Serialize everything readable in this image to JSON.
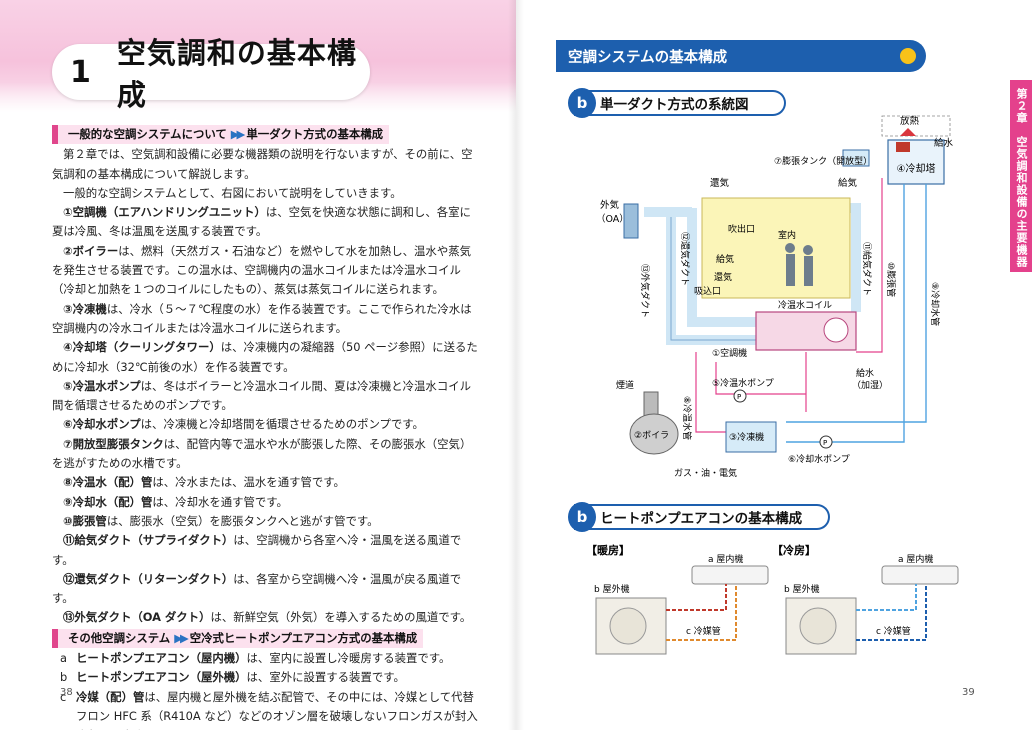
{
  "left": {
    "chapter_num": "1",
    "chapter_title": "空気調和の基本構成",
    "section1": {
      "title": "一般的な空調システムについて",
      "arrow": "▶▶",
      "sub": "単一ダクト方式の基本構成"
    },
    "intro1": "第２章では、空気調和設備に必要な機器類の説明を行ないますが、その前に、空気調和の基本構成について解説します。",
    "intro2": "一般的な空調システムとして、右図において説明をしていきます。",
    "items": [
      {
        "term": "①空調機（エアハンドリングユニット）",
        "desc": "は、空気を快適な状態に調和し、各室に夏は冷風、冬は温風を送風する装置です。"
      },
      {
        "term": "②ボイラー",
        "desc": "は、燃料（天然ガス・石油など）を燃やして水を加熱し、温水や蒸気を発生させる装置です。この温水は、空調機内の温水コイルまたは冷温水コイル（冷却と加熱を１つのコイルにしたもの）、蒸気は蒸気コイルに送られます。"
      },
      {
        "term": "③冷凍機",
        "desc": "は、冷水（５～７℃程度の水）を作る装置です。ここで作られた冷水は空調機内の冷水コイルまたは冷温水コイルに送られます。"
      },
      {
        "term": "④冷却塔（クーリングタワー）",
        "desc": "は、冷凍機内の凝縮器（50 ページ参照）に送るために冷却水（32℃前後の水）を作る装置です。"
      },
      {
        "term": "⑤冷温水ポンプ",
        "desc": "は、冬はボイラーと冷温水コイル間、夏は冷凍機と冷温水コイル間を循環させるためのポンプです。"
      },
      {
        "term": "⑥冷却水ポンプ",
        "desc": "は、冷凍機と冷却塔間を循環させるためのポンプです。"
      },
      {
        "term": "⑦開放型膨張タンク",
        "desc": "は、配管内等で温水や水が膨張した際、その膨張水（空気）を逃がすための水槽です。"
      },
      {
        "term": "⑧冷温水（配）管",
        "desc": "は、冷水または、温水を通す管です。"
      },
      {
        "term": "⑨冷却水（配）管",
        "desc": "は、冷却水を通す管です。"
      },
      {
        "term": "⑩膨張管",
        "desc": "は、膨張水（空気）を膨張タンクへと逃がす管です。"
      },
      {
        "term": "⑪給気ダクト（サプライダクト）",
        "desc": "は、空調機から各室へ冷・温風を送る風道です。"
      },
      {
        "term": "⑫還気ダクト（リターンダクト）",
        "desc": "は、各室から空調機へ冷・温風が戻る風道です。"
      },
      {
        "term": "⑬外気ダクト（OA ダクト）",
        "desc": "は、新鮮空気（外気）を導入するための風道です。"
      }
    ],
    "section2": {
      "title": "その他空調システム",
      "arrow": "▶▶",
      "sub": "空冷式ヒートポンプエアコン方式の基本構成"
    },
    "sub_items": [
      {
        "letter": "a",
        "term": "ヒートポンプエアコン（屋内機）",
        "desc": "は、室内に設置し冷暖房する装置です。"
      },
      {
        "letter": "b",
        "term": "ヒートポンプエアコン（屋外機）",
        "desc": "は、室外に設置する装置です。"
      },
      {
        "letter": "c",
        "term": "冷媒（配）管",
        "desc": "は、屋内機と屋外機を結ぶ配管で、その中には、冷媒として代替フロン HFC 系（R410A など）などのオゾン層を破壊しないフロンガスが封入されています。"
      }
    ],
    "page_number": "38"
  },
  "right": {
    "header": "空調システムの基本構成",
    "side_tab": "第２章　空気調和設備の主要機器",
    "sub1": "単一ダクト方式の系統図",
    "sub2": "ヒートポンプエアコンの基本構成",
    "badge": "b",
    "page_number": "39",
    "diagram1": {
      "hoonetsu": "放熱",
      "kyusui": "給水",
      "tank": "⑦膨張タンク（開放型）",
      "tower": "④冷却塔",
      "kanki": "還気",
      "kyuki": "給気",
      "gaiki": "外気",
      "oa": "（OA）",
      "kanki_duct": "⑫還気ダクト",
      "kyuki_duct": "⑪給気ダクト",
      "gaiki_duct": "⑬外気ダクト",
      "fukidashi": "吹出口",
      "shitsunai": "室内",
      "kyuki_room": "給気",
      "kanki_room": "還気",
      "suikomi": "吸込口",
      "coil": "冷温水コイル",
      "ahu": "①空調機",
      "bochokan": "⑩膨張管",
      "reikyakusuikan": "⑨冷却水管",
      "kyusui_kashitsu": "給水",
      "kashitsu": "（加湿）",
      "entotsu": "煙道",
      "pump5": "⑤冷温水ポンプ",
      "reionsuikan": "⑧冷温水管",
      "boiler": "②ボイラ",
      "chiller": "③冷凍機",
      "pump6": "⑥冷却水ポンプ",
      "fuel": "ガス・油・電気",
      "p": "P"
    },
    "diagram2": {
      "danbo": "暖房",
      "reibo": "冷房",
      "indoor": "a 屋内機",
      "outdoor": "b 屋外機",
      "refrig": "c 冷媒管"
    }
  },
  "colors": {
    "pink": "#e4418c",
    "blue": "#1d5fae",
    "pipe_blue": "#4fa3e0",
    "duct_fill": "#cfe6f5",
    "room_fill": "#fbf5b8"
  }
}
